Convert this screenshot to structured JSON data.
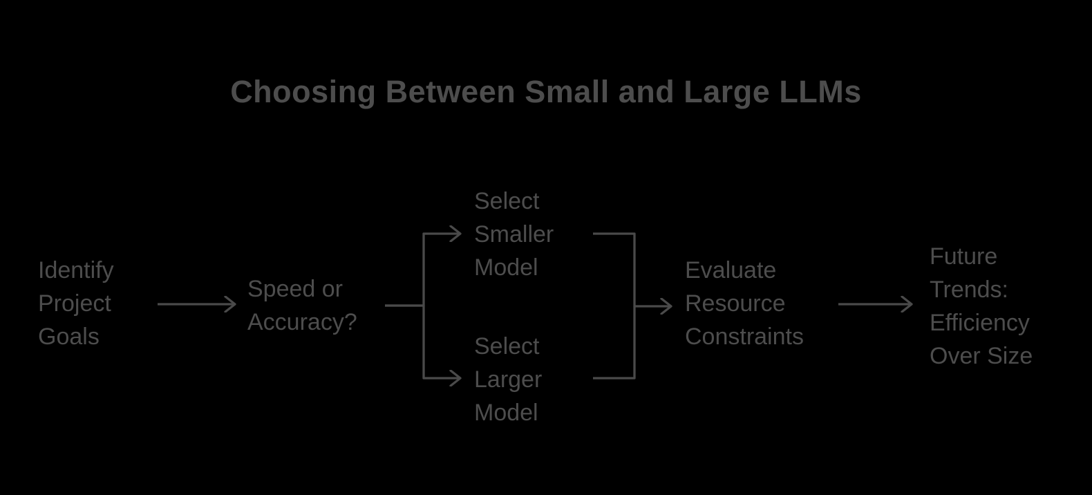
{
  "colors": {
    "background": "#000000",
    "text": "#4d4d4d",
    "line": "#4a4a4a"
  },
  "title": {
    "text": "Choosing Between Small and Large LLMs"
  },
  "flowchart": {
    "type": "left-to-right flowchart",
    "nodes": [
      {
        "id": "identify-project-goals",
        "label": "Identify\nProject\nGoals"
      },
      {
        "id": "speed-or-accuracy",
        "label": "Speed or\nAccuracy?"
      },
      {
        "id": "select-smaller-model",
        "label": "Select\nSmaller\nModel"
      },
      {
        "id": "select-larger-model",
        "label": "Select\nLarger\nModel"
      },
      {
        "id": "evaluate-resource-constraints",
        "label": "Evaluate\nResource\nConstraints"
      },
      {
        "id": "future-trends-efficiency-over-size",
        "label": "Future\nTrends:\nEfficiency\nOver Size"
      }
    ],
    "edges": [
      {
        "from": "identify-project-goals",
        "to": "speed-or-accuracy"
      },
      {
        "from": "speed-or-accuracy",
        "to": "select-smaller-model"
      },
      {
        "from": "speed-or-accuracy",
        "to": "select-larger-model"
      },
      {
        "from": "select-smaller-model",
        "to": "evaluate-resource-constraints"
      },
      {
        "from": "select-larger-model",
        "to": "evaluate-resource-constraints"
      },
      {
        "from": "evaluate-resource-constraints",
        "to": "future-trends-efficiency-over-size"
      }
    ]
  }
}
